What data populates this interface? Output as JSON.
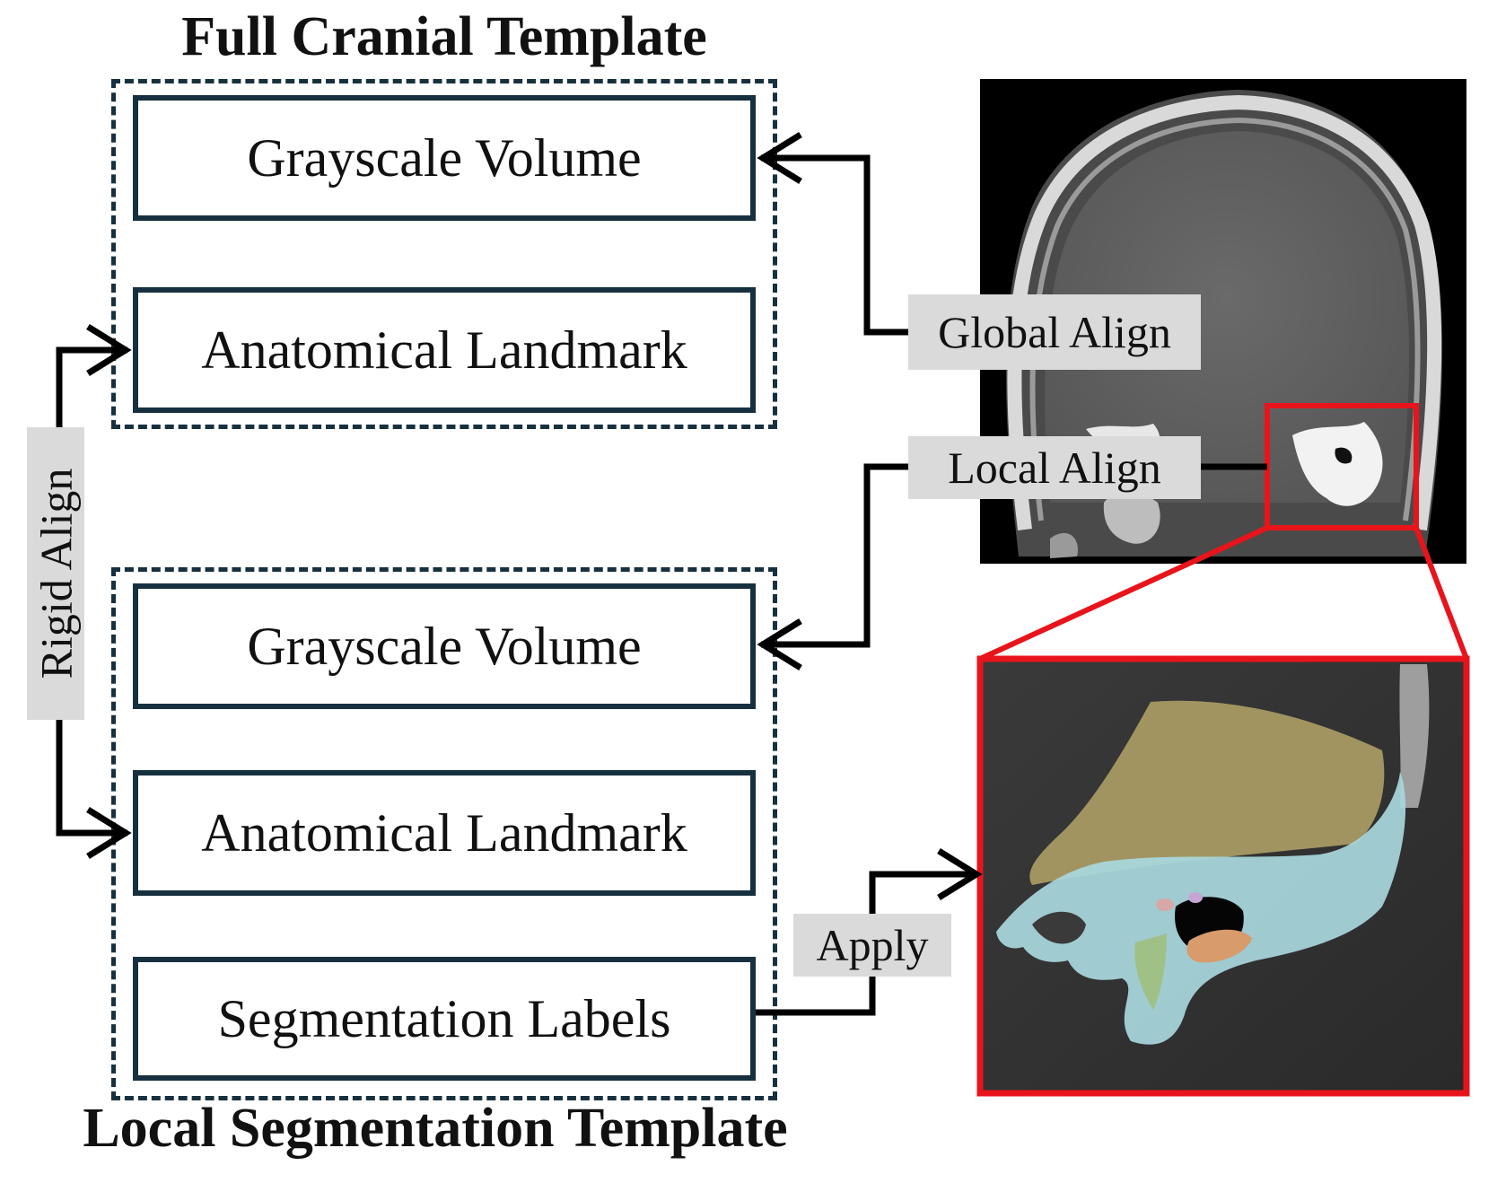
{
  "titles": {
    "top": "Full Cranial Template",
    "bottom": "Local Segmentation Template"
  },
  "boxes": {
    "top_grayscale": "Grayscale Volume",
    "top_landmark": "Anatomical Landmark",
    "bottom_grayscale": "Grayscale Volume",
    "bottom_landmark": "Anatomical Landmark",
    "bottom_segmentation": "Segmentation Labels"
  },
  "tags": {
    "global_align": "Global Align",
    "local_align": "Local Align",
    "rigid_align": "Rigid Align",
    "apply": "Apply"
  },
  "colors": {
    "box_border": "#17303f",
    "arrow": "#000000",
    "highlight": "#e8141b",
    "tag_bg": "#dadada",
    "seg_brown": "#a89a63",
    "seg_cyan": "#a8d8de",
    "seg_orange": "#d79b6c",
    "seg_green": "#9fc07d"
  }
}
